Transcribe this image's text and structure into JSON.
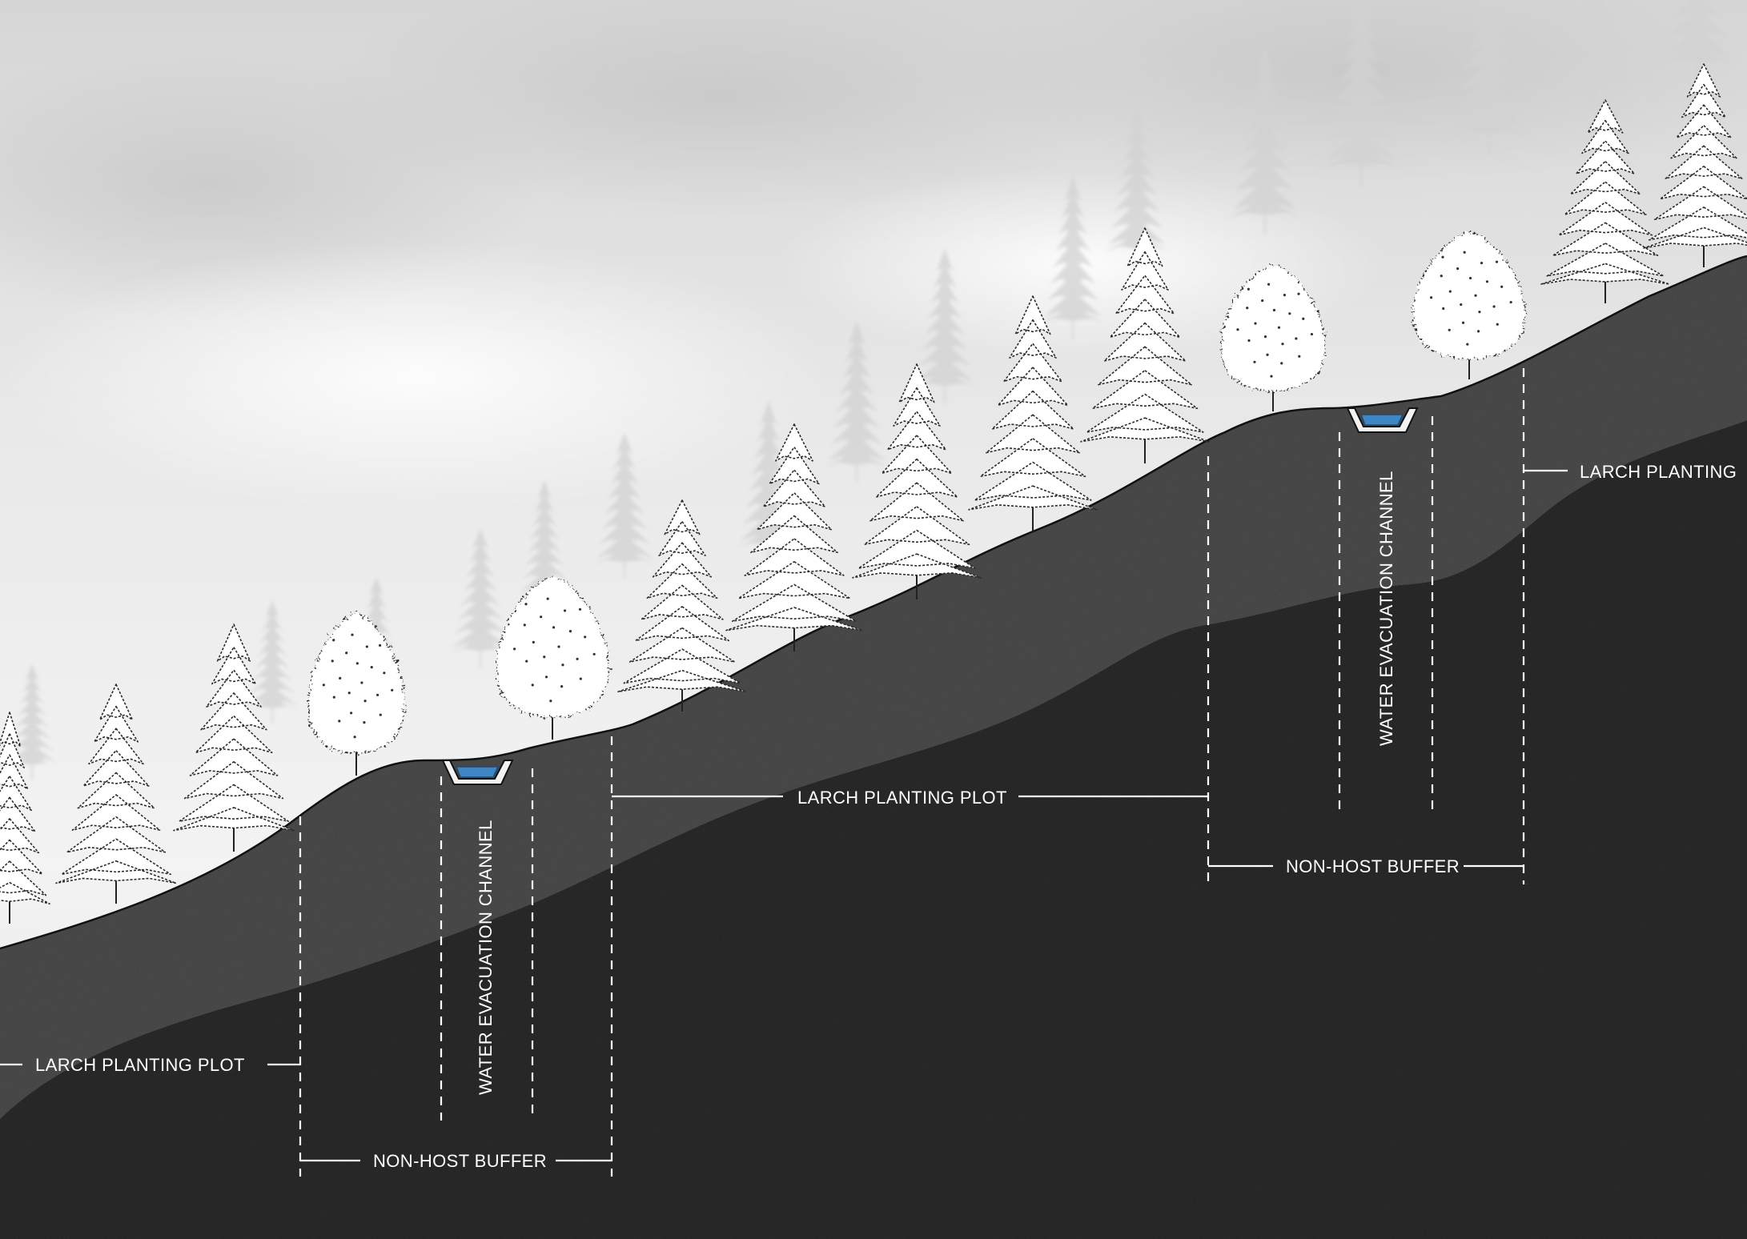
{
  "labels": {
    "larch_left": "LARCH PLANTING PLOT",
    "larch_middle": "LARCH PLANTING PLOT",
    "larch_right": "LARCH PLANTING",
    "buffer_left": "NON-HOST BUFFER",
    "buffer_right": "NON-HOST BUFFER",
    "channel_left": "WATER EVACUATION CHANNEL",
    "channel_right": "WATER EVACUATION CHANNEL"
  },
  "colors": {
    "sky_top": "#dcdcdc",
    "sky_mid": "#ececec",
    "soil_upper": "#4a4a4a",
    "soil_lower": "#2a2a2a",
    "water": "#3f86c4",
    "tree_fill": "#ffffff",
    "tree_outline": "#2b2b2b",
    "annotation": "#ffffff"
  },
  "icons": {
    "conifer": "conifer-tree-icon",
    "deciduous": "deciduous-tree-icon",
    "background_conifer": "misty-conifer-icon"
  }
}
